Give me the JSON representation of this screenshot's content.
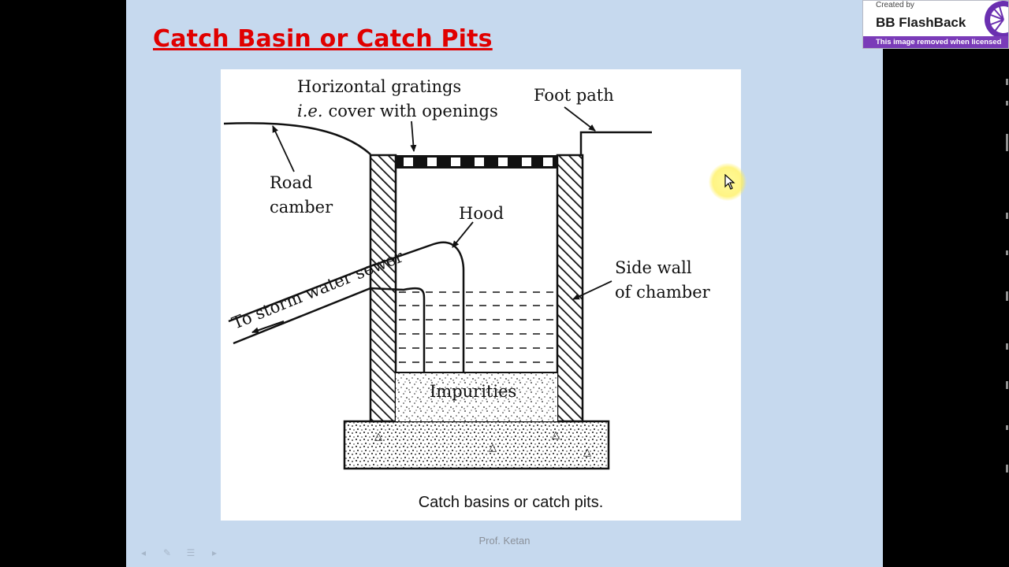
{
  "slide": {
    "title": "Catch Basin or Catch Pits",
    "footer": "Prof. Ketan"
  },
  "figure": {
    "labels": {
      "gratings_line1": "Horizontal gratings",
      "gratings_line2_italic": "i.e.",
      "gratings_line2_rest": "cover with openings",
      "foot_path": "Foot path",
      "road": "Road",
      "camber": "camber",
      "hood": "Hood",
      "side_wall_line1": "Side wall",
      "side_wall_line2": "of chamber",
      "storm_sewer": "To storm water sewer",
      "impurities": "Impurities"
    },
    "caption": "Catch basins or catch pits."
  },
  "watermark": {
    "created_by": "Created by",
    "brand": "BB FlashBack",
    "notice": "This image removed when licensed"
  },
  "icons": {
    "cursor": "pointer-cursor-icon",
    "nav": [
      "previous-icon",
      "pen-icon",
      "menu-icon",
      "next-icon"
    ]
  },
  "colors": {
    "slide_bg": "#c6d9ee",
    "title": "#e00000",
    "watermark_bar": "#7a3bb8"
  }
}
